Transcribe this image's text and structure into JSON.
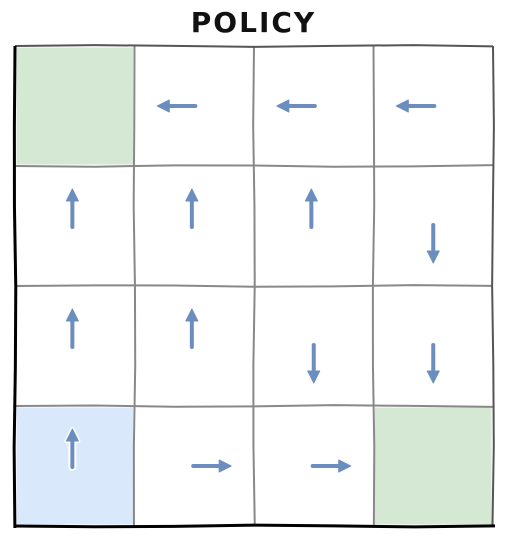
{
  "title": "POLICY",
  "grid": {
    "rows": 4,
    "cols": 4,
    "cells": [
      [
        "terminal",
        "left",
        "left",
        "left"
      ],
      [
        "up",
        "up",
        "up",
        "down"
      ],
      [
        "up",
        "up",
        "down",
        "down"
      ],
      [
        "start-up",
        "right",
        "right",
        "terminal"
      ]
    ]
  },
  "colors": {
    "terminal": "#d5e8d4",
    "start": "#dae8fc",
    "arrow": "#6c8ebf",
    "grid_line": "#888888",
    "border": "#000000"
  }
}
